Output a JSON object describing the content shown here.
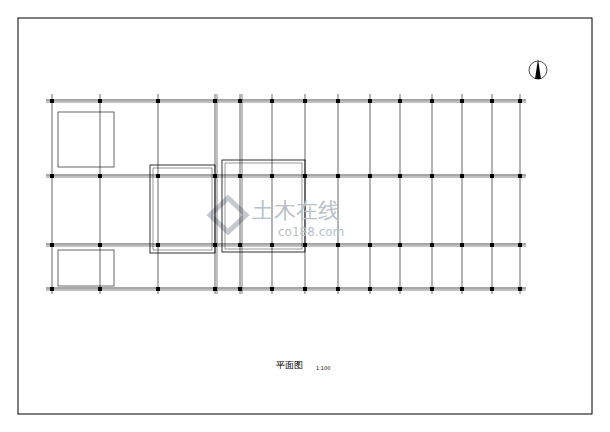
{
  "diagram": {
    "labels": [
      "平面图",
      "1:100",
      "土木在线",
      "co188.com"
    ]
  }
}
